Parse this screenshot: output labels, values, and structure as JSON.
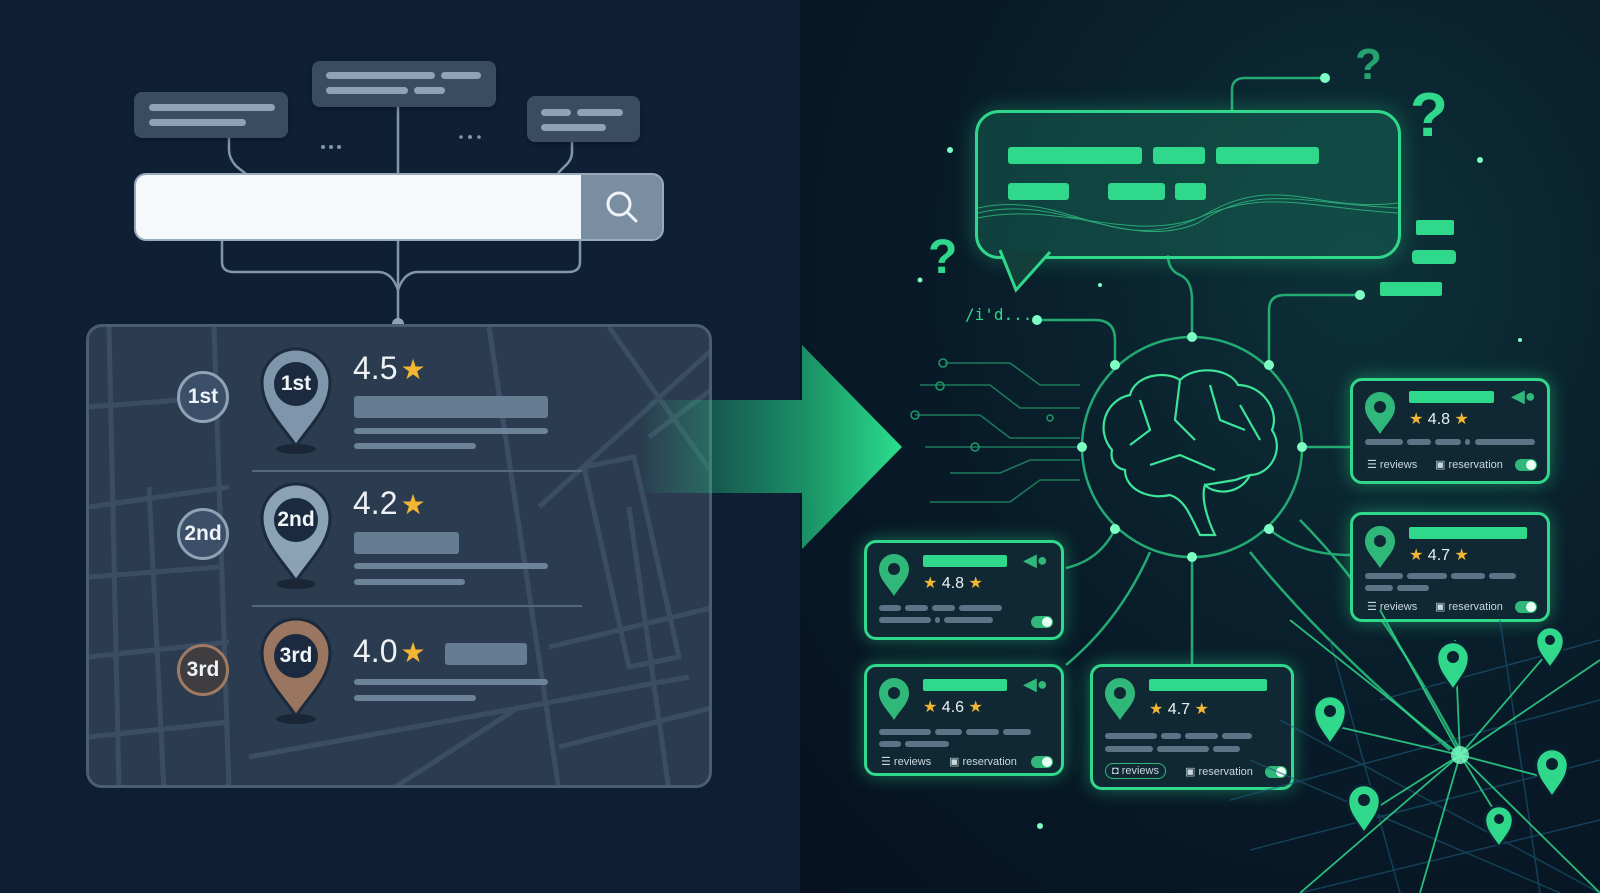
{
  "left": {
    "suggestions": [
      {
        "id": "left",
        "lines": 2
      },
      {
        "id": "center",
        "lines": 2
      },
      {
        "id": "right",
        "lines": 2
      }
    ],
    "search": {
      "placeholder": "",
      "value": "",
      "button_icon": "search-icon"
    },
    "results": [
      {
        "rank": "1st",
        "rating": "4.5",
        "pin_color": "#7f95ab"
      },
      {
        "rank": "2nd",
        "rating": "4.2",
        "pin_color": "#8aa1b6"
      },
      {
        "rank": "3rd",
        "rating": "4.0",
        "pin_color": "#9a7660"
      }
    ],
    "star_glyph": "★"
  },
  "arrow": {
    "color": "#2fd88a"
  },
  "right": {
    "code_fragment": "/i'd...",
    "question_marks": [
      "?",
      "?",
      "?"
    ],
    "cards": [
      {
        "id": "top-right",
        "rating": "4.8",
        "reviews": "reviews",
        "reservation": "reservation",
        "has_fish": true
      },
      {
        "id": "mid-right",
        "rating": "4.7",
        "reviews": "reviews",
        "reservation": "reservation",
        "has_fish": false
      },
      {
        "id": "mid-left",
        "rating": "4.8",
        "has_fish": true
      },
      {
        "id": "bottom-left",
        "rating": "4.6",
        "reviews": "reviews",
        "reservation": "reservation",
        "has_fish": true
      },
      {
        "id": "bottom-center",
        "rating": "4.7",
        "reviews": "reviews",
        "reservation": "reservation",
        "has_fish": false
      }
    ],
    "accent": "#2fd88a",
    "star_glyph": "★"
  }
}
